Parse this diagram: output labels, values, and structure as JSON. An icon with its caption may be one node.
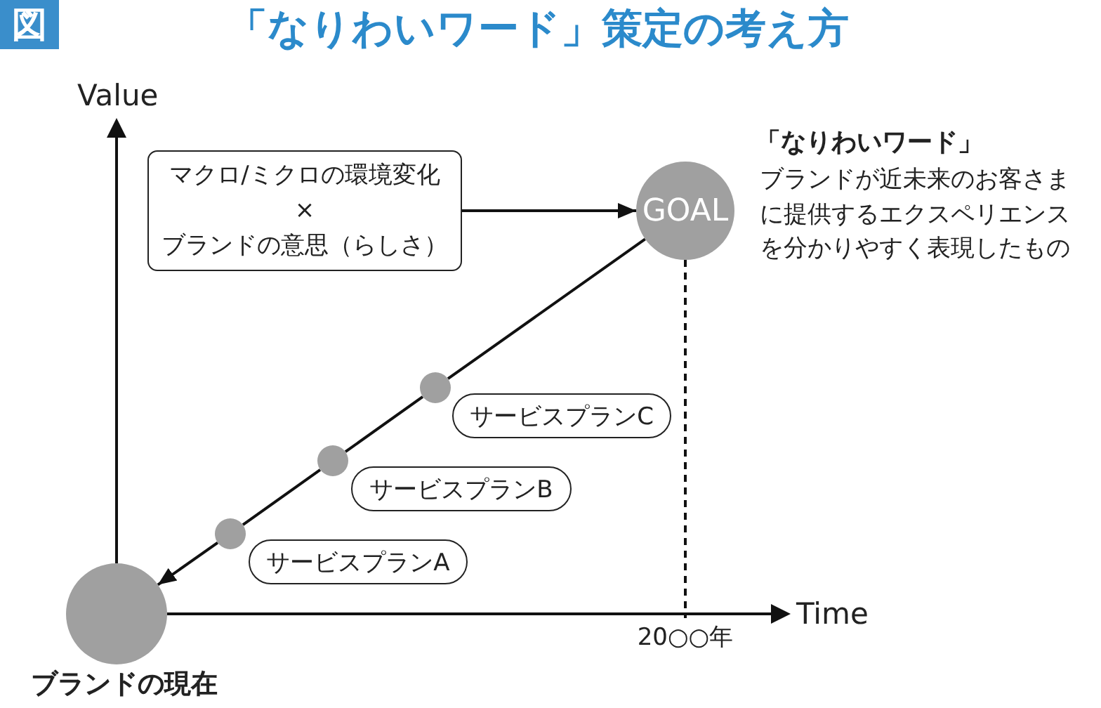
{
  "diagram": {
    "title": "「なりわいワード」策定の考え方",
    "nodes": [
      {
        "text": [
          "マクロ/ミクロの環境変化",
          "×",
          "ブランドの意思（らしさ）"
        ]
      },
      {
        "text": [
          "GOAL"
        ],
        "beside": [
          "「なりわいワード」",
          "ブランドが近未来のお客さまに提供するエクスペリエンスを分かりやすく表現したもの"
        ]
      },
      {
        "text": [],
        "shape": "circle"
      },
      {
        "text": [
          "サービスプランC"
        ]
      },
      {
        "text": [],
        "shape": "circle"
      },
      {
        "text": [
          "サービスプランB"
        ]
      },
      {
        "text": [],
        "shape": "circle"
      },
      {
        "text": [
          "サービスプランA"
        ]
      },
      {
        "text": [
          "ブランドの現在"
        ]
      },
      {
        "text": [
          "20○○年"
        ]
      }
    ],
    "edges": [
      {
        "from": 0,
        "to": 1,
        "arrow": "to"
      },
      {
        "from": 1,
        "to": 2,
        "arrow": "none"
      },
      {
        "from": 2,
        "to": 4,
        "arrow": "none"
      },
      {
        "from": 4,
        "to": 6,
        "arrow": "none"
      },
      {
        "from": 6,
        "to": 8,
        "arrow": "to"
      },
      {
        "from": 1,
        "to": 9,
        "arrow": "none",
        "style": "dashed"
      }
    ],
    "labels": [
      "図",
      "Value",
      "Time"
    ]
  }
}
